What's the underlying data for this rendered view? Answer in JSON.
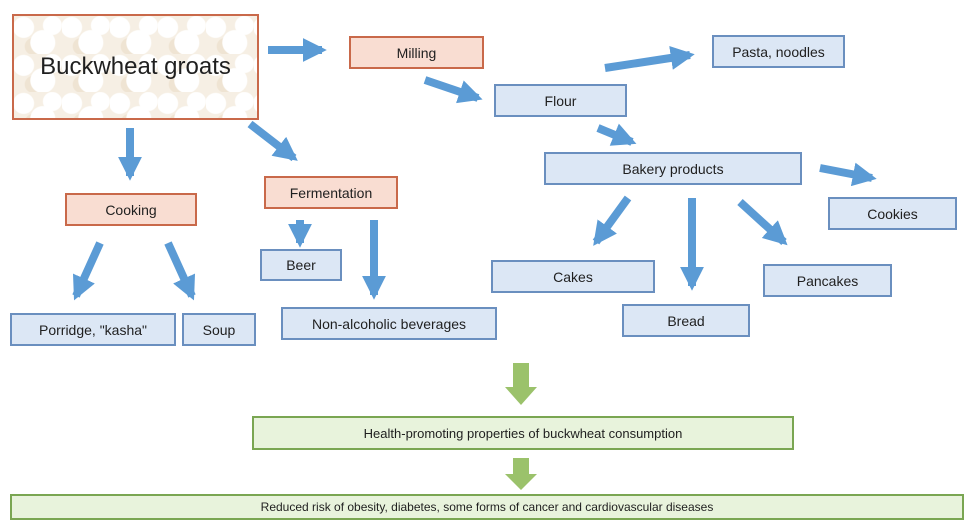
{
  "nodes": {
    "groats": "Buckwheat groats",
    "milling": "Milling",
    "flour": "Flour",
    "pasta": "Pasta, noodles",
    "bakery": "Bakery products",
    "cookies": "Cookies",
    "cakes": "Cakes",
    "bread": "Bread",
    "pancakes": "Pancakes",
    "cooking": "Cooking",
    "fermentation": "Fermentation",
    "beer": "Beer",
    "porridge": "Porridge, \"kasha\"",
    "soup": "Soup",
    "nonalcoholic": "Non-alcoholic beverages",
    "health": "Health-promoting properties of buckwheat consumption",
    "risk": "Reduced risk of obesity, diabetes, some forms of cancer and cardiovascular diseases"
  },
  "colors": {
    "arrow_blue": "#5b9bd5",
    "arrow_green": "#9bc26b",
    "box_blue_fill": "#dce7f5",
    "box_peach_fill": "#f9ddd2",
    "box_green_fill": "#e8f3dc"
  }
}
